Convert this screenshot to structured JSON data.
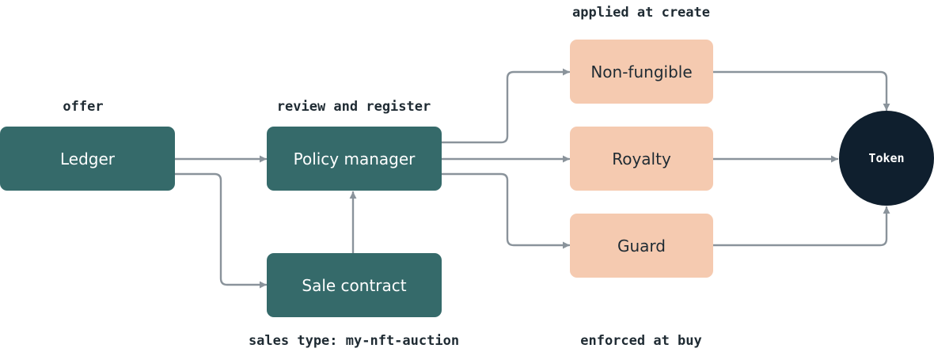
{
  "captions": {
    "offer": "offer",
    "review": "review and register",
    "applied": "applied at create",
    "sales_type": "sales type: my-nft-auction",
    "enforced": "enforced at buy"
  },
  "nodes": {
    "ledger": "Ledger",
    "policy_manager": "Policy manager",
    "sale_contract": "Sale contract",
    "non_fungible": "Non-fungible",
    "royalty": "Royalty",
    "guard": "Guard",
    "token": "Token"
  },
  "colors": {
    "teal": "#356a6a",
    "peach": "#f5cab0",
    "token": "#0f1f2e",
    "edge": "#8a939b"
  }
}
